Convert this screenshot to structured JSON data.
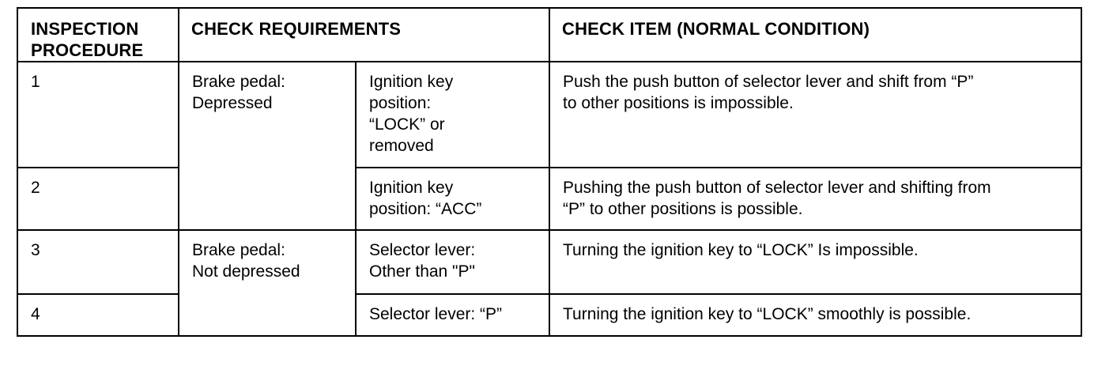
{
  "table": {
    "headers": {
      "inspection_procedure": "INSPECTION\nPROCEDURE",
      "check_requirements": "CHECK REQUIREMENTS",
      "check_item": "CHECK ITEM (NORMAL CONDITION)"
    },
    "groups": [
      {
        "condition": "Brake pedal:\nDepressed"
      },
      {
        "condition": "Brake pedal:\nNot depressed"
      }
    ],
    "rows": [
      {
        "procedure": "1",
        "requirement": "Ignition key\nposition:\n“LOCK” or\nremoved",
        "check_item": "Push the push button of selector lever and shift from “P”\nto other positions is impossible."
      },
      {
        "procedure": "2",
        "requirement": "Ignition key\nposition: “ACC”",
        "check_item": "Pushing the push button of selector lever and shifting from\n“P” to other positions is possible."
      },
      {
        "procedure": "3",
        "requirement": "Selector lever:\nOther than \"P\"",
        "check_item": "Turning the ignition key to “LOCK” Is impossible."
      },
      {
        "procedure": "4",
        "requirement": "Selector lever: “P”",
        "check_item": "Turning the ignition key to “LOCK” smoothly is possible."
      }
    ]
  }
}
